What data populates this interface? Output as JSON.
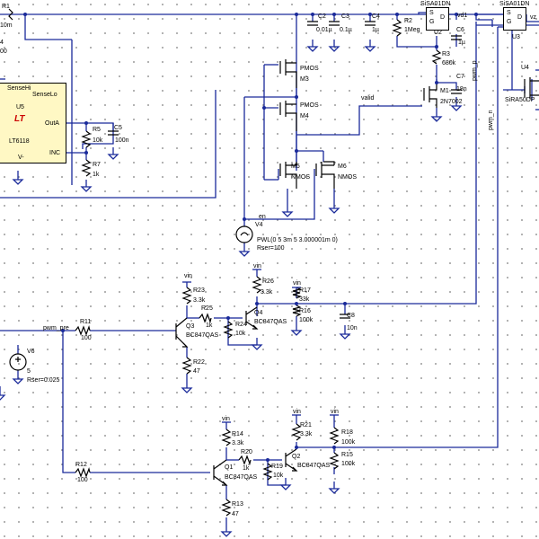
{
  "schematic": {
    "u5": {
      "ref": "U5",
      "part": "LT6118",
      "pins": {
        "sensehi": "SenseHi",
        "senselo": "SenseLo",
        "outa": "OutA",
        "inc": "INC",
        "vneg": "V-"
      },
      "logo": "LT"
    },
    "r1": {
      "ref": "R1",
      "value": "10m"
    },
    "r2": {
      "ref": "R2",
      "value": "1Meg"
    },
    "r3": {
      "ref": "R3",
      "value": "680k"
    },
    "r5": {
      "ref": "R5",
      "value": "10k"
    },
    "r7": {
      "ref": "R7",
      "value": "1k"
    },
    "c2": {
      "ref": "C2",
      "value": "0.01µ"
    },
    "c3": {
      "ref": "C3",
      "value": "0.1µ"
    },
    "c4": {
      "ref": "C4",
      "value": "1µ"
    },
    "c5": {
      "ref": "C5",
      "value": "100n"
    },
    "c6": {
      "ref": "C6",
      "value": "1µ"
    },
    "c7": {
      "ref": "C7",
      "value": "18n"
    },
    "u2": {
      "ref": "U2",
      "part": "SiSA01DN",
      "pins": {
        "s": "S",
        "g": "G",
        "d": "D"
      }
    },
    "u3": {
      "ref": "U3",
      "part": "SiSA01DN",
      "pins": {
        "s": "S",
        "g": "G",
        "d": "D"
      }
    },
    "u4": {
      "ref": "U4",
      "part": "SiRA50DP"
    },
    "m1": {
      "ref": "M1",
      "part": "2N7002"
    },
    "m3": {
      "ref": "M3",
      "part": "PMOS"
    },
    "m4": {
      "ref": "M4",
      "part": "PMOS"
    },
    "m5": {
      "ref": "M5",
      "part": "NMOS"
    },
    "m6": {
      "ref": "M6",
      "part": "NMOS"
    },
    "v4": {
      "ref": "V4",
      "value": "PWL(0 5 3m 5 3.000001m 0)",
      "rser": "Rser=100"
    },
    "v6": {
      "ref": "V6",
      "value": "5",
      "rser": "Rser=0.025"
    },
    "r11": {
      "ref": "R11",
      "value": "100"
    },
    "r12": {
      "ref": "R12",
      "value": "100"
    },
    "r13": {
      "ref": "R13",
      "value": "47"
    },
    "r14": {
      "ref": "R14",
      "value": "3.3k"
    },
    "r15": {
      "ref": "R15",
      "value": "100k"
    },
    "r16": {
      "ref": "R16",
      "value": "100k"
    },
    "r17": {
      "ref": "R17",
      "value": "33k"
    },
    "r18": {
      "ref": "R18",
      "value": "100k"
    },
    "r19": {
      "ref": "R19",
      "value": "10k"
    },
    "r20": {
      "ref": "R20",
      "value": "1k"
    },
    "r21": {
      "ref": "R21",
      "value": "3.3k"
    },
    "r22": {
      "ref": "R22",
      "value": "47"
    },
    "r23": {
      "ref": "R23",
      "value": "3.3k"
    },
    "r24": {
      "ref": "R24",
      "value": "10k"
    },
    "r25": {
      "ref": "R25",
      "value": "1k"
    },
    "r26": {
      "ref": "R26",
      "value": "3.3k"
    },
    "c8": {
      "ref": "C8",
      "value": "10n"
    },
    "q1": {
      "ref": "Q1",
      "part": "BC847QAS"
    },
    "q2": {
      "ref": "Q2",
      "part": "BC847QAS"
    },
    "q3": {
      "ref": "Q3",
      "part": "BC847QAS"
    },
    "q4": {
      "ref": "Q4",
      "part": "BC847QAS"
    },
    "nets": {
      "vd1": "vd1",
      "en": "en",
      "valid": "valid",
      "pwm_pre": "pwm_pre",
      "pwm_p": "pwm_p",
      "pwm_n": "pwm_n",
      "vin": "vin",
      "vz": "vz"
    },
    "partial": {
      "r1_left": "4",
      "r1_left2": "00",
      "r1_prefix": "00"
    }
  }
}
